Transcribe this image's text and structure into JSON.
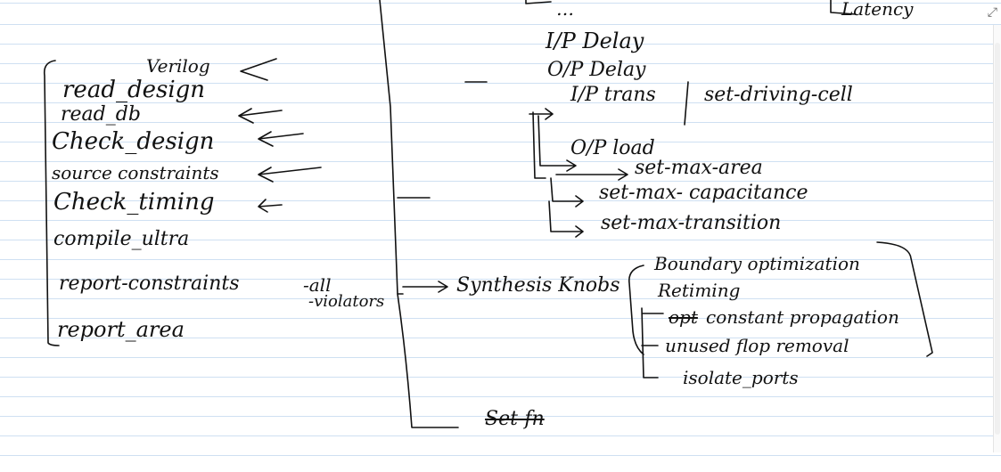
{
  "left_list": {
    "read_design": "read_design",
    "read_design_note": "Verilog",
    "read_db": "read_db",
    "check_design": "Check_design",
    "source_constraints": "source constraints",
    "check_timing": "Check_timing",
    "compile_ultra": "compile_ultra",
    "report_constraints": "report-constraints",
    "report_constraints_flag": "-all",
    "report_constraints_suffix": "-violators",
    "report_area": "report_area"
  },
  "constraints": {
    "top_fragment": "…",
    "top_right_fragment": "Latency",
    "ip_delay": "I/P Delay",
    "op_delay": "O/P Delay",
    "ip_trans": "I/P trans",
    "set_driving_cell": "set-driving-cell",
    "op_load": "O/P load",
    "set_max_area": "set-max-area",
    "set_max_capacitance": "set-max- capacitance",
    "set_max_transition": "set-max-transition"
  },
  "synthesis": {
    "label": "Synthesis Knobs",
    "knobs": [
      "Boundary optimization",
      "Retiming",
      "constant propagation",
      "unused flop removal",
      "isolate_ports"
    ],
    "struck_prefix": "opt"
  },
  "bottom": {
    "struck_label": "Set-fn"
  }
}
